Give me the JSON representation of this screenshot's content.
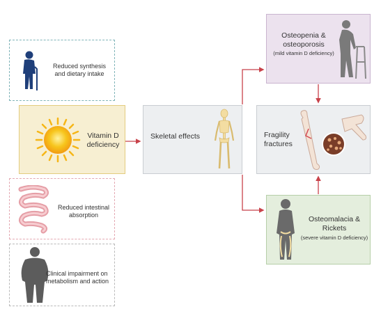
{
  "left": {
    "reduced_synthesis": "Reduced synthesis\nand dietary intake",
    "vitamin_d": "Vitamin D\ndeficiency",
    "reduced_absorption": "Reduced intestinal\nabsorption",
    "clinical_impairment": "Clinical impairment on\nmetabolism and action"
  },
  "middle": {
    "skeletal_effects": "Skeletal effects"
  },
  "right": {
    "osteopenia_title": "Osteopenia &\nosteoporosis",
    "osteopenia_sub": "(mild vitamin D deficiency)",
    "fragility": "Fragility\nfractures",
    "osteomalacia_title": "Osteomalacia &\nRickets",
    "osteomalacia_sub": "(severe vitamin D deficiency)"
  },
  "colors": {
    "arrow": "#c8424a",
    "teal": "#7fb4b8",
    "pink": "#e4a8b2",
    "yellow_fill": "#f7efd2",
    "purple_fill": "#ece2ee",
    "green_fill": "#e4eedd",
    "gray_fill": "#edeff1"
  },
  "icons": [
    "elderly-person-icon",
    "sun-icon",
    "intestine-icon",
    "obese-person-icon",
    "skeleton-icon",
    "walker-person-icon",
    "bone-fracture-icon",
    "child-skeleton-icon"
  ]
}
